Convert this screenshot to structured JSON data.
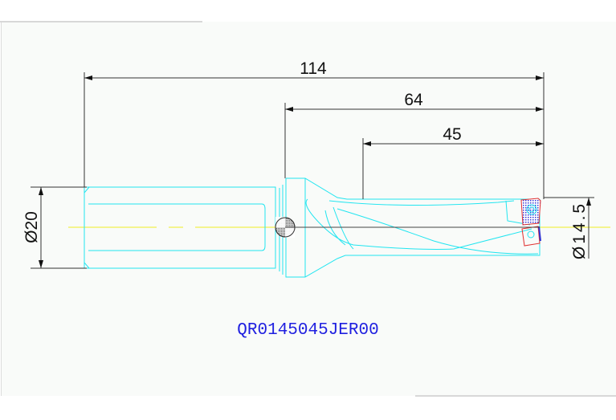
{
  "drawing": {
    "dimensions": {
      "overall_length": "114",
      "body_length": "64",
      "flute_length": "45",
      "shank_diameter": "Ø20",
      "drill_diameter": "Ø14.5"
    },
    "part_number": "QR0145045JER00",
    "colors": {
      "outline": "#22e5f0",
      "dimension": "#333333",
      "centerline": "#f0f000",
      "part_number": "#1f1fe0",
      "insert_outer": "#e03030",
      "insert_inner": "#3030d0"
    }
  }
}
